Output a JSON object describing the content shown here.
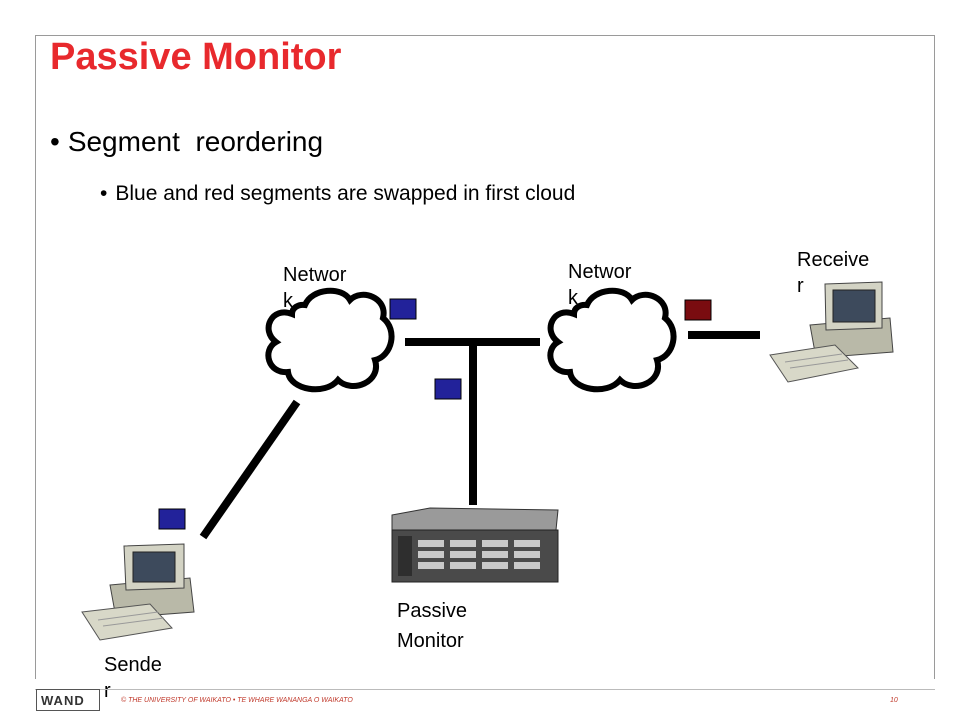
{
  "slide": {
    "title": "Passive Monitor",
    "bullet1": "Segment  reordering",
    "bullet2": "Blue and red segments are swapped in first cloud"
  },
  "labels": {
    "network1": [
      "Networ",
      "k"
    ],
    "network2": [
      "Networ",
      "k"
    ],
    "receiver": [
      "Receive",
      "r"
    ],
    "sender": [
      "Sende",
      "r"
    ],
    "monitor": [
      "Passive",
      "Monitor"
    ]
  },
  "colors": {
    "title": "#e8292d",
    "blue_segment": "#22229a",
    "red_segment": "#7a0c10",
    "link": "#000000"
  },
  "footer": {
    "text": "© THE UNIVERSITY OF WAIKATO  •  TE WHARE WANANGA O WAIKATO",
    "page": "10",
    "logo": "WAND"
  }
}
